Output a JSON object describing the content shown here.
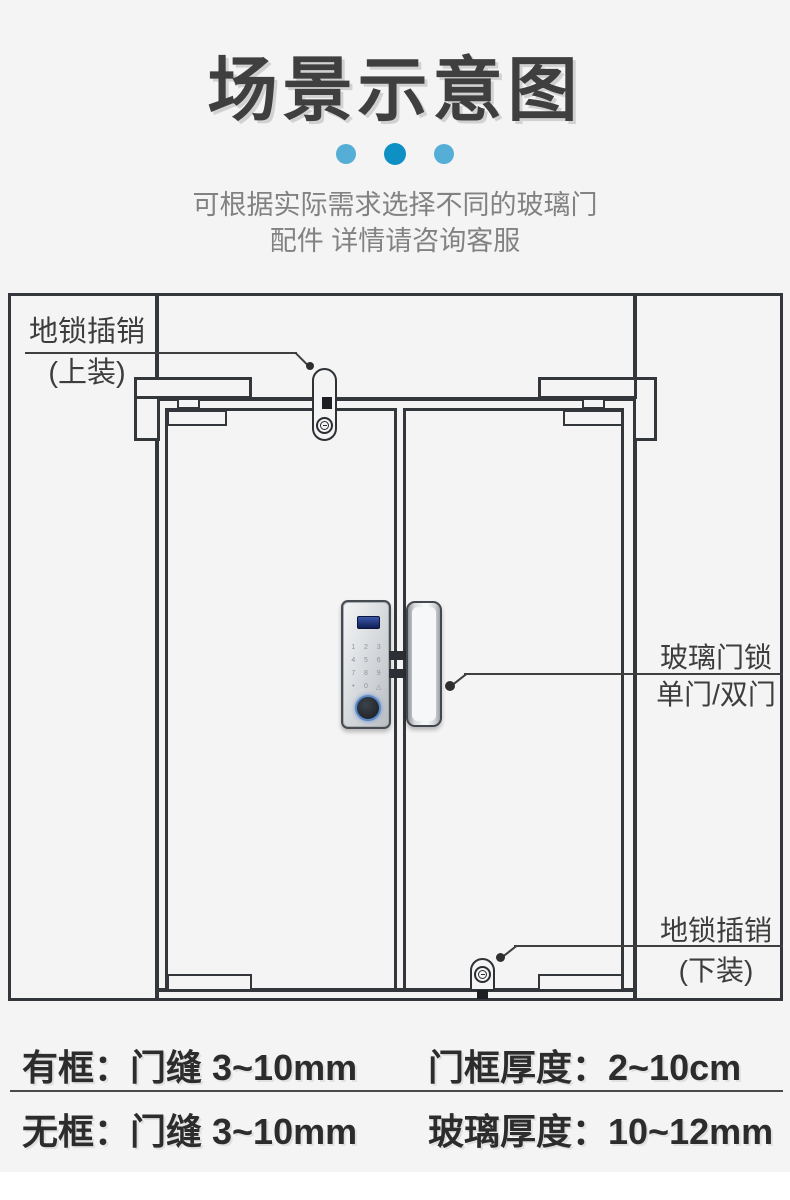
{
  "header": {
    "title": "场景示意图",
    "subtitle_line1": "可根据实际需求选择不同的玻璃门",
    "subtitle_line2": "配件 详情请咨询客服"
  },
  "diagram": {
    "label_top_bolt": {
      "line1": "地锁插销",
      "line2": "(上装)"
    },
    "label_glass_lock": {
      "line1": "玻璃门锁",
      "line2": "单门/双门"
    },
    "label_bottom_bolt": {
      "line1": "地锁插销",
      "line2": "(下装)"
    }
  },
  "lock": {
    "keypad": [
      "1",
      "2",
      "3",
      "4",
      "5",
      "6",
      "7",
      "8",
      "9",
      "•",
      "0",
      "△"
    ]
  },
  "specs": {
    "rows": [
      {
        "left": "有框：门缝 3~10mm",
        "right": "门框厚度：2~10cm"
      },
      {
        "left": "无框：门缝 3~10mm",
        "right": "玻璃厚度：10~12mm"
      }
    ]
  },
  "colors": {
    "background": "#f4f4f5",
    "diagram_line": "#33363a",
    "dot_light_blue": "#54aed6",
    "dot_dark_blue": "#0f90c4",
    "title_text": "#3f3f3f",
    "subtitle_text": "#828282",
    "spec_text": "#2c2c2c",
    "lock_screen_blue": "#1b2d6b",
    "fingerprint_ring_blue": "#5b87c8"
  }
}
